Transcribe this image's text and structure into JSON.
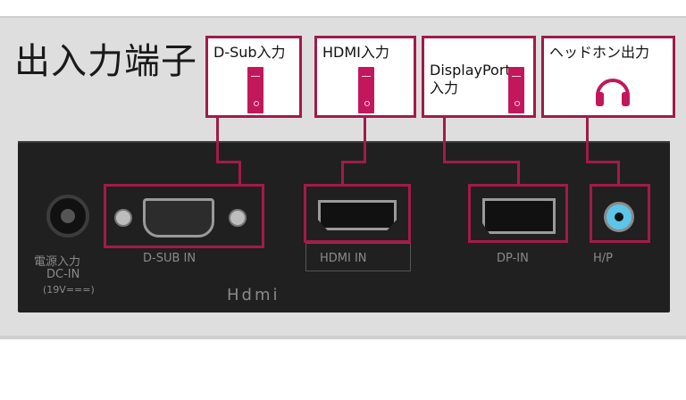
{
  "title": "出入力端子",
  "labels": {
    "dsub": "D-Sub入力",
    "hdmi": "HDMI入力",
    "dp": "DisplayPort\n入力",
    "headphone": "ヘッドホン出力"
  },
  "port_labels": {
    "power_1": "電源入力",
    "power_2": "DC-IN",
    "power_3": "(19V===)",
    "dsub": "D-SUB IN",
    "hdmi": "HDMI IN",
    "dp": "DP-IN",
    "hp": "H/P",
    "logo": "Hdmi"
  },
  "colors": {
    "accent": "#a11b4a",
    "icon": "#c2185b",
    "panel": "#202020"
  },
  "icons": [
    "pc-tower-icon",
    "headphone-icon"
  ]
}
